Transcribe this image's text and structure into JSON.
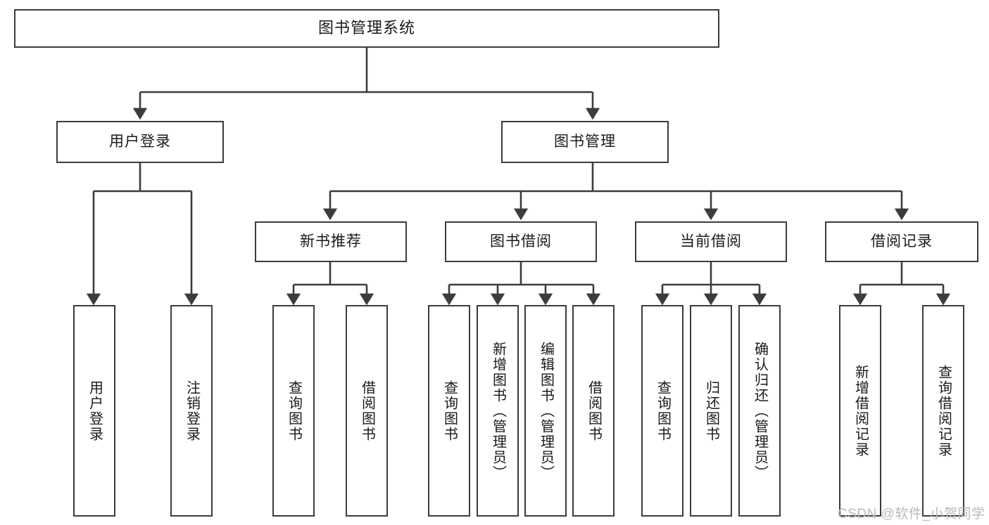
{
  "diagram": {
    "title_node": {
      "label": "图书管理系统"
    },
    "level1": [
      {
        "id": "user-login",
        "label": "用户登录"
      },
      {
        "id": "book-manage",
        "label": "图书管理"
      }
    ],
    "level2": [
      {
        "id": "new-book-recommend",
        "label": "新书推荐"
      },
      {
        "id": "book-borrow",
        "label": "图书借阅"
      },
      {
        "id": "current-borrow",
        "label": "当前借阅"
      },
      {
        "id": "borrow-record",
        "label": "借阅记录"
      }
    ],
    "leaves": [
      {
        "id": "leaf-user-login",
        "parent": "user-login",
        "label": "用户登录"
      },
      {
        "id": "leaf-logout-login",
        "parent": "user-login",
        "label": "注销登录"
      },
      {
        "id": "leaf-query-book-1",
        "parent": "new-book-recommend",
        "label": "查询图书"
      },
      {
        "id": "leaf-borrow-book-1",
        "parent": "new-book-recommend",
        "label": "借阅图书"
      },
      {
        "id": "leaf-query-book-2",
        "parent": "book-borrow",
        "label": "查询图书"
      },
      {
        "id": "leaf-add-book",
        "parent": "book-borrow",
        "label": "新增图书（管理员）"
      },
      {
        "id": "leaf-edit-book",
        "parent": "book-borrow",
        "label": "编辑图书（管理员）"
      },
      {
        "id": "leaf-borrow-book-2",
        "parent": "book-borrow",
        "label": "借阅图书"
      },
      {
        "id": "leaf-query-book-3",
        "parent": "current-borrow",
        "label": "查询图书"
      },
      {
        "id": "leaf-return-book",
        "parent": "current-borrow",
        "label": "归还图书"
      },
      {
        "id": "leaf-confirm-return",
        "parent": "current-borrow",
        "label": "确认归还（管理员）"
      },
      {
        "id": "leaf-add-record",
        "parent": "borrow-record",
        "label": "新增借阅记录"
      },
      {
        "id": "leaf-query-record",
        "parent": "borrow-record",
        "label": "查询借阅记录"
      }
    ],
    "watermark": {
      "text": "CSDN @软件_小贺同学"
    },
    "colors": {
      "stroke": "#3c3c3c",
      "fill": "#ffffff",
      "text": "#1a1a1a",
      "watermark": "#b9b9b9"
    }
  }
}
